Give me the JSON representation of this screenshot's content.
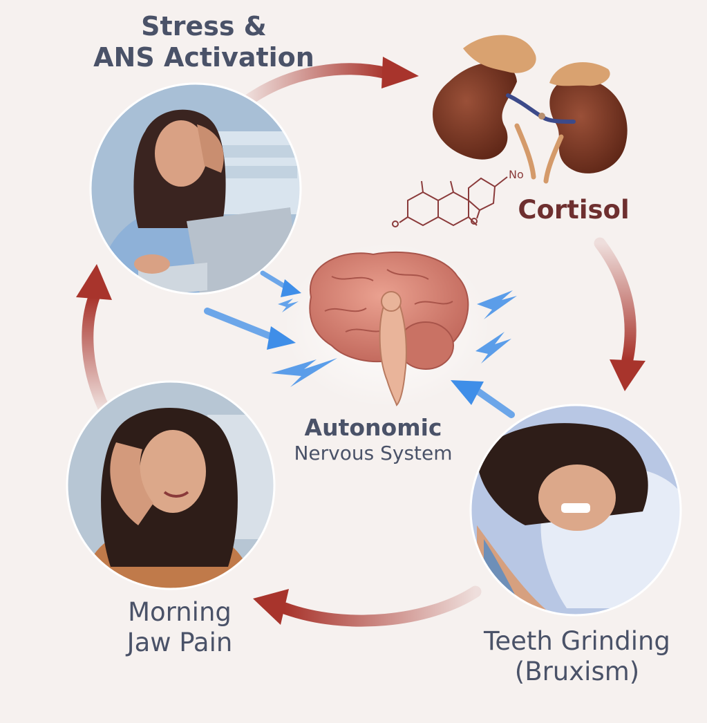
{
  "nodes": {
    "stress": {
      "line1": "Stress &",
      "line2": "ANS Activation"
    },
    "cortisol": {
      "label": "Cortisol",
      "molecule_text": "No"
    },
    "ans": {
      "line1": "Autonomic",
      "line2": "Nervous System"
    },
    "jaw_pain": {
      "line1": "Morning",
      "line2": "Jaw Pain"
    },
    "grinding": {
      "line1": "Teeth Grinding",
      "line2": "(Bruxism)"
    }
  },
  "colors": {
    "background": "#f6f1ef",
    "cycle_arrow": "#a8342c",
    "signal_arrow": "#3f8ee8",
    "label_text": "#4a5268",
    "cortisol_text": "#6e2f2f"
  }
}
